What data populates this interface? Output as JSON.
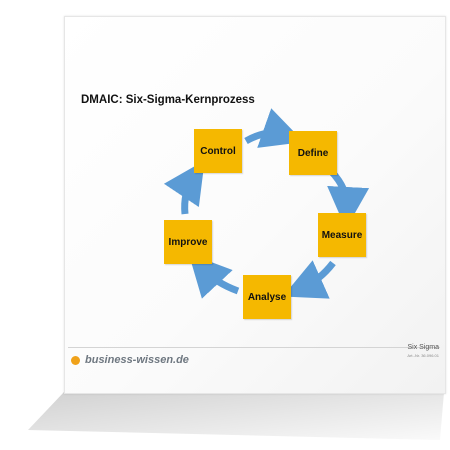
{
  "document": {
    "title": "DMAIC: Six-Sigma-Kernprozess",
    "stages": [
      "Control",
      "Define",
      "Measure",
      "Analyse",
      "Improve"
    ],
    "footer": {
      "brand": "business-wissen.de",
      "topic": "Six Sigma",
      "article_number": "Art.-Nr. 36.096.01"
    }
  },
  "colors": {
    "box": "#f5b800",
    "arrow": "#5b9bd5",
    "brand_dot": "#f0a21a",
    "brand_text": "#6e7780"
  }
}
